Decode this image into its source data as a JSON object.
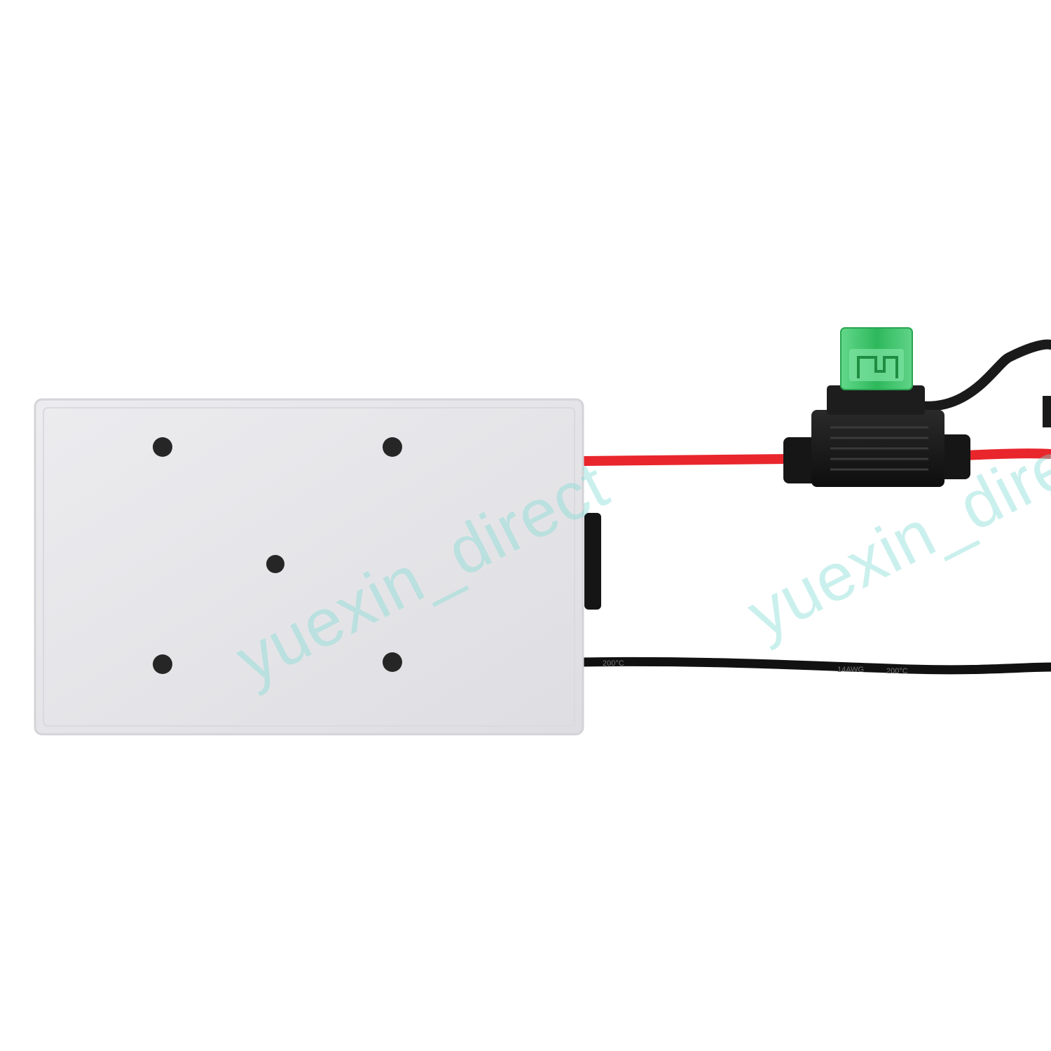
{
  "image": {
    "description_type": "product-photo",
    "background_color": "#ffffff"
  },
  "cable_print": {
    "text_left": "200°C",
    "text_right_gauge": "14AWG",
    "text_right_temp": "200°C"
  },
  "watermarks": [
    {
      "text": "yuexin_direct"
    },
    {
      "text": "yuexin_direct"
    }
  ],
  "colors": {
    "enclosure": "#e7e7ea",
    "red_wire": "#e8262c",
    "black_wire": "#111111",
    "fuse_green": "#3ec46a",
    "fuse_holder": "#1b1b1b",
    "watermark": "#80dcd4"
  }
}
